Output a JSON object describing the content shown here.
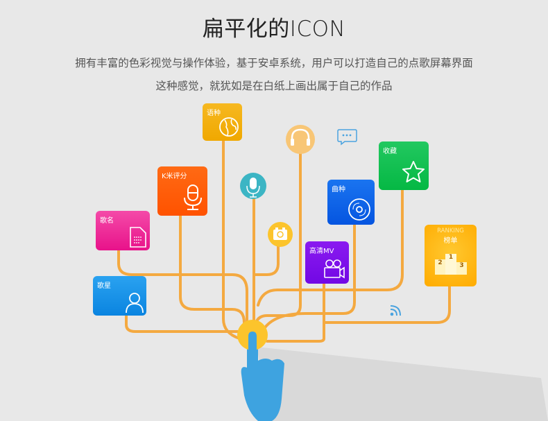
{
  "header": {
    "title": "扁平化的ICON",
    "line1": "拥有丰富的色彩视觉与操作体验，基于安卓系统，用户可以打造自己的点歌屏幕界面",
    "line2": "这种感觉，就犹如是在白纸上画出属于自己的作品"
  },
  "cards": {
    "singer": {
      "label": "歌星",
      "color": "#1a8ee8"
    },
    "song_name": {
      "label": "歌名",
      "color": "#ee2a93"
    },
    "score": {
      "label": "K米评分",
      "color": "#ff5a0a"
    },
    "language": {
      "label": "语种",
      "color": "#f3ad0c"
    },
    "genre": {
      "label": "曲种",
      "color": "#0f63ea"
    },
    "favorite": {
      "label": "收藏",
      "color": "#0dbb4e"
    },
    "mv": {
      "label": "高清MV",
      "color": "#7a10e8"
    },
    "ranking": {
      "label_en": "RANKING",
      "label": "榜单",
      "color": "#ffb30a",
      "podium": [
        "1",
        "2",
        "3"
      ]
    }
  },
  "colors": {
    "branch": "#f4a940",
    "hub": "#fcc42c",
    "hand": "#3ea3e0"
  }
}
